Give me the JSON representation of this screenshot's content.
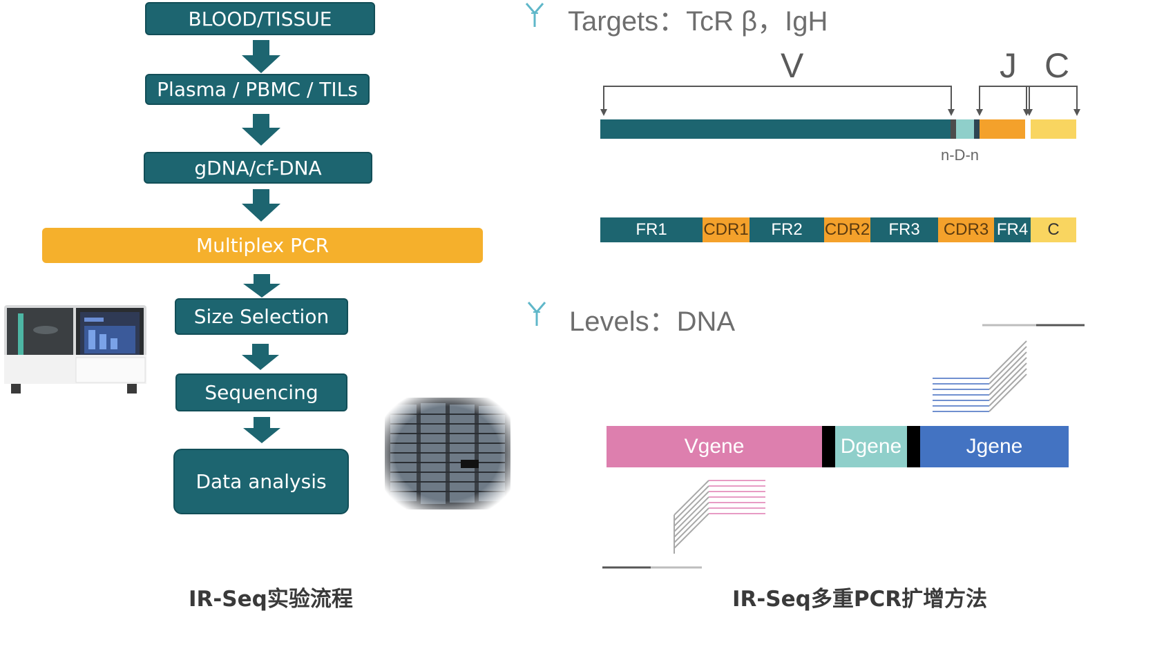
{
  "workflow": {
    "steps": [
      "BLOOD/TISSUE",
      "Plasma / PBMC / TILs",
      "gDNA/cf-DNA",
      "Multiplex PCR",
      "Size Selection",
      "Sequencing",
      "Data analysis"
    ],
    "caption": "IR-Seq实验流程"
  },
  "method": {
    "targets_heading": "Targets：TcR  β，IgH",
    "levels_heading": "Levels：DNA",
    "region_labels": {
      "v": "V",
      "j": "J",
      "c": "C"
    },
    "ndn_label": "n-D-n",
    "segments": [
      "FR1",
      "CDR1",
      "FR2",
      "CDR2",
      "FR3",
      "CDR3",
      "FR4",
      "C"
    ],
    "genes": [
      "Vgene",
      "Dgene",
      "Jgene"
    ],
    "caption": "IR-Seq多重PCR扩增方法"
  },
  "colors": {
    "teal": "#1d6570",
    "orange": "#f4a12b",
    "yellow": "#f9d560",
    "pink": "#dd7fae",
    "light_teal": "#8fcfca",
    "blue": "#4373c2"
  },
  "icons": [
    "y-antibody-icon",
    "y-antibody-icon",
    "sequencer-machine-image",
    "server-rack-image"
  ]
}
